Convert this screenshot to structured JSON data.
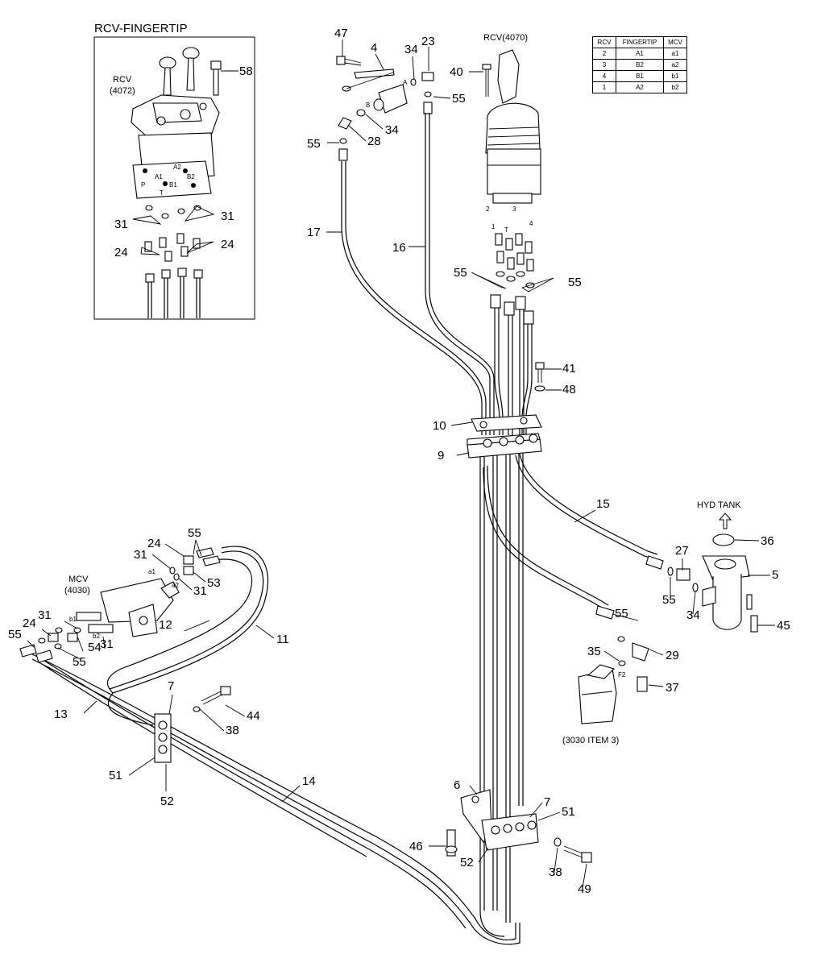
{
  "inset": {
    "title": "RCV-FINGERTIP",
    "rcv_name": "RCV",
    "rcv_code": "(4072)",
    "ports": [
      "P",
      "A1",
      "B1",
      "A2",
      "T",
      "B2"
    ]
  },
  "labels": {
    "rcv": "RCV(4070)",
    "hyd_tank": "HYD TANK",
    "mcv": "MCV",
    "mcv_code": "(4030)",
    "filter": "(3030 ITEM 3)"
  },
  "table": {
    "headers": [
      "RCV",
      "FINGERTIP",
      "MCV"
    ],
    "rows": [
      [
        "2",
        "A1",
        "a1"
      ],
      [
        "3",
        "B2",
        "a2"
      ],
      [
        "4",
        "B1",
        "b1"
      ],
      [
        "1",
        "A2",
        "b2"
      ]
    ]
  },
  "port_marks": {
    "rcv_ports": [
      "2",
      "3",
      "4",
      "1",
      "T"
    ],
    "mcv_ports": [
      "a1",
      "a2",
      "b1",
      "b2"
    ],
    "valve_ports": [
      "A",
      "B"
    ],
    "filter_port": "F2"
  },
  "callouts": [
    "58",
    "31",
    "31",
    "24",
    "24",
    "47",
    "4",
    "34",
    "23",
    "55",
    "34",
    "28",
    "55",
    "17",
    "16",
    "40",
    "55",
    "55",
    "41",
    "48",
    "10",
    "9",
    "15",
    "36",
    "5",
    "27",
    "55",
    "34",
    "45",
    "24",
    "55",
    "31",
    "53",
    "31",
    "12",
    "11",
    "31",
    "24",
    "55",
    "54",
    "31",
    "55",
    "13",
    "7",
    "44",
    "38",
    "51",
    "52",
    "55",
    "29",
    "35",
    "37",
    "14",
    "6",
    "7",
    "51",
    "46",
    "52",
    "38",
    "49"
  ]
}
